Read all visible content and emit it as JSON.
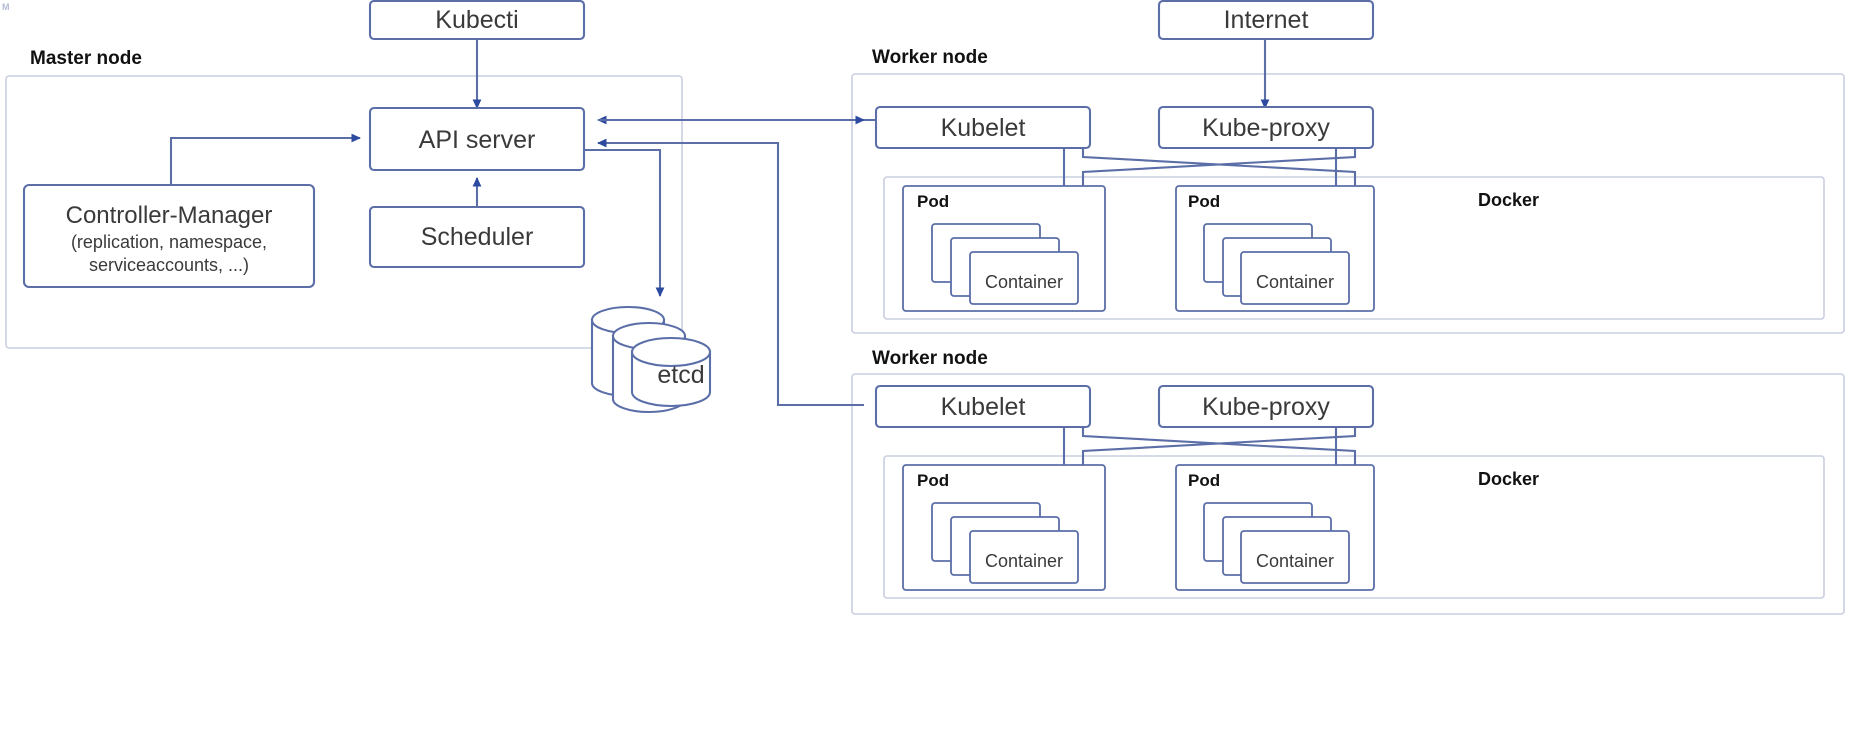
{
  "diagram": {
    "title_artifact": "M",
    "colors": {
      "box_stroke": "#5b6ea8",
      "group_stroke": "#c9cfe0",
      "arrow": "#2b4aa0",
      "line": "#5b6ea8",
      "text": "#3a3a3a",
      "label_text": "#111111",
      "background": "#ffffff",
      "box_fill": "#ffffff"
    },
    "external_nodes": [
      {
        "id": "kubectl",
        "label": "Kubecti"
      },
      {
        "id": "internet",
        "label": "Internet"
      }
    ],
    "master_node": {
      "label": "Master node",
      "components": [
        {
          "id": "api-server",
          "label": "API server"
        },
        {
          "id": "scheduler",
          "label": "Scheduler"
        },
        {
          "id": "controller-manager",
          "label": "Controller-Manager",
          "sublines": [
            "(replication, namespace,",
            "serviceaccounts, ...)"
          ]
        }
      ]
    },
    "datastore": {
      "id": "etcd",
      "label": "etcd",
      "shape": "cylinder-stack",
      "count": 3
    },
    "worker_nodes": [
      {
        "id": "worker-node-1",
        "label": "Worker node",
        "components": [
          {
            "id": "kubelet",
            "label": "Kubelet"
          },
          {
            "id": "kube-proxy",
            "label": "Kube-proxy"
          }
        ],
        "runtime": {
          "label": "Docker",
          "pods": [
            {
              "label": "Pod",
              "container_label": "Container",
              "container_count": 3
            },
            {
              "label": "Pod",
              "container_label": "Container",
              "container_count": 3
            }
          ]
        }
      },
      {
        "id": "worker-node-2",
        "label": "Worker node",
        "components": [
          {
            "id": "kubelet",
            "label": "Kubelet"
          },
          {
            "id": "kube-proxy",
            "label": "Kube-proxy"
          }
        ],
        "runtime": {
          "label": "Docker",
          "pods": [
            {
              "label": "Pod",
              "container_label": "Container",
              "container_count": 3
            },
            {
              "label": "Pod",
              "container_label": "Container",
              "container_count": 3
            }
          ]
        }
      }
    ],
    "connections": [
      {
        "from": "kubectl",
        "to": "api-server",
        "direction": "one-way"
      },
      {
        "from": "controller-manager",
        "to": "api-server",
        "direction": "one-way"
      },
      {
        "from": "scheduler",
        "to": "api-server",
        "direction": "one-way"
      },
      {
        "from": "api-server",
        "to": "etcd",
        "direction": "one-way"
      },
      {
        "from": "api-server",
        "to": "worker-node-1.kubelet",
        "direction": "two-way"
      },
      {
        "from": "worker-node-2.kubelet",
        "to": "api-server",
        "direction": "one-way"
      },
      {
        "from": "internet",
        "to": "worker-node-1.kube-proxy",
        "direction": "one-way"
      },
      {
        "from": "worker-node-1.kubelet",
        "to": "pod-2-container",
        "direction": "one-way"
      },
      {
        "from": "worker-node-1.kube-proxy",
        "to": "pod-1-container",
        "direction": "one-way"
      },
      {
        "from": "worker-node-2.kubelet",
        "to": "pod-2-container",
        "direction": "one-way"
      },
      {
        "from": "worker-node-2.kube-proxy",
        "to": "pod-1-container",
        "direction": "one-way"
      }
    ]
  }
}
